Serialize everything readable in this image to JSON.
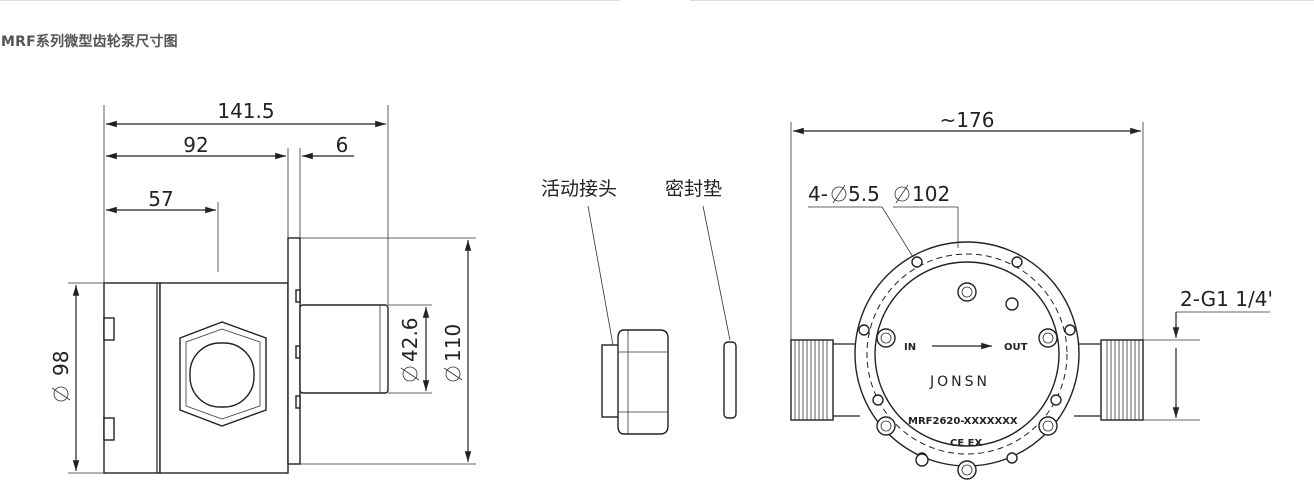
{
  "page": {
    "title": "MRF系列微型齿轮泵尺寸图"
  },
  "side_view": {
    "len_total": "141.5",
    "len_92": "92",
    "len_6": "6",
    "len_57": "57",
    "dia_98": "98",
    "dia_42_6": "42.6",
    "dia_110": "110"
  },
  "parts": {
    "fitting_label": "活动接头",
    "gasket_label": "密封垫"
  },
  "front_view": {
    "width": "~176",
    "holes": "4-",
    "hole_dia": "5.5",
    "flange_dia": "102",
    "thread": "2-G1 1/4'",
    "in_label": "IN",
    "out_label": "OUT",
    "brand": "JONSN",
    "model": "MRF2620-XXXXXXX",
    "cert": "CE EX"
  }
}
